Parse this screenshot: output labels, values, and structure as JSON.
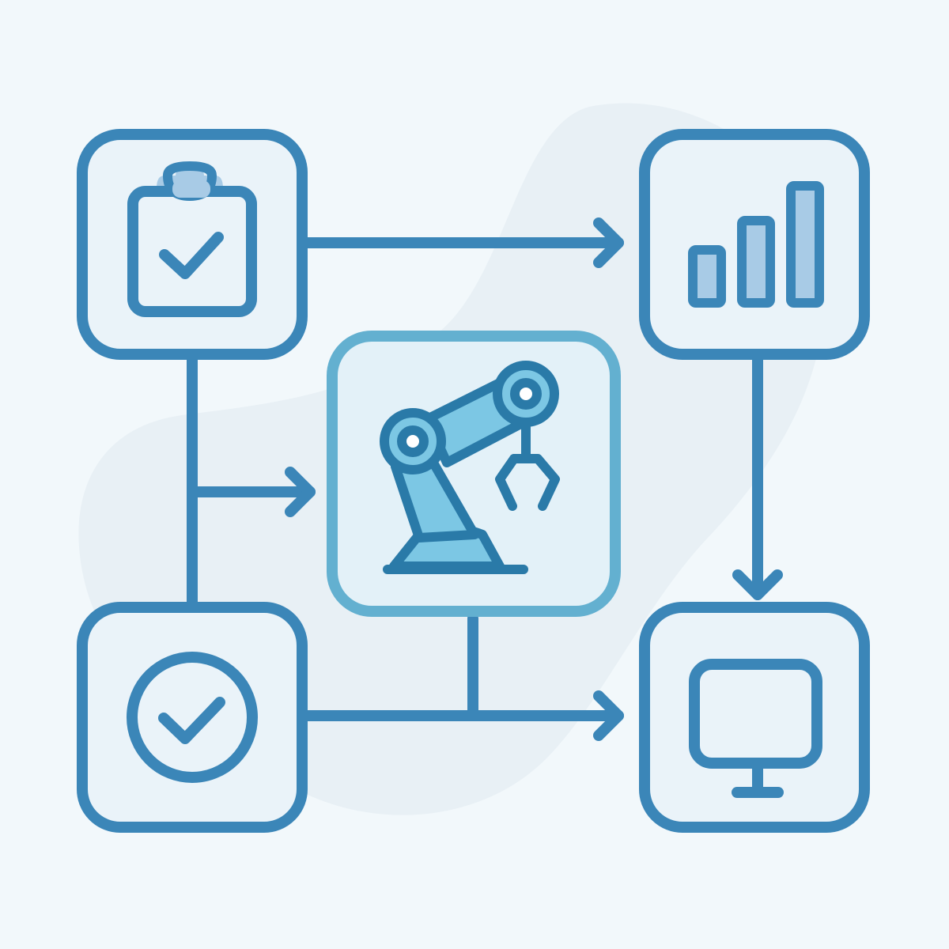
{
  "diagram": {
    "colors": {
      "background": "#f2f8fb",
      "blob": "#e8f0f5",
      "stroke": "#3b86b8",
      "stroke_dark": "#2a7aa8",
      "hub_stroke": "#63b0d0",
      "node_fill": "#eaf3f9",
      "hub_fill": "#e3f1f8",
      "accent_fill": "#a8cbe6",
      "robot_fill": "#7cc7e4"
    },
    "nodes": [
      {
        "id": "checklist",
        "icon": "clipboard-check-icon"
      },
      {
        "id": "analytics",
        "icon": "bar-chart-icon"
      },
      {
        "id": "automation",
        "icon": "robot-arm-icon"
      },
      {
        "id": "approval",
        "icon": "check-circle-icon"
      },
      {
        "id": "display",
        "icon": "monitor-icon"
      }
    ],
    "edges": [
      {
        "from": "checklist",
        "to": "analytics"
      },
      {
        "from": "checklist",
        "to": "automation"
      },
      {
        "from": "checklist",
        "to": "approval"
      },
      {
        "from": "analytics",
        "to": "display"
      },
      {
        "from": "approval",
        "to": "display"
      },
      {
        "from": "automation",
        "to": "display"
      }
    ],
    "chart_icon_bars": [
      0.45,
      0.7,
      1.0
    ]
  }
}
